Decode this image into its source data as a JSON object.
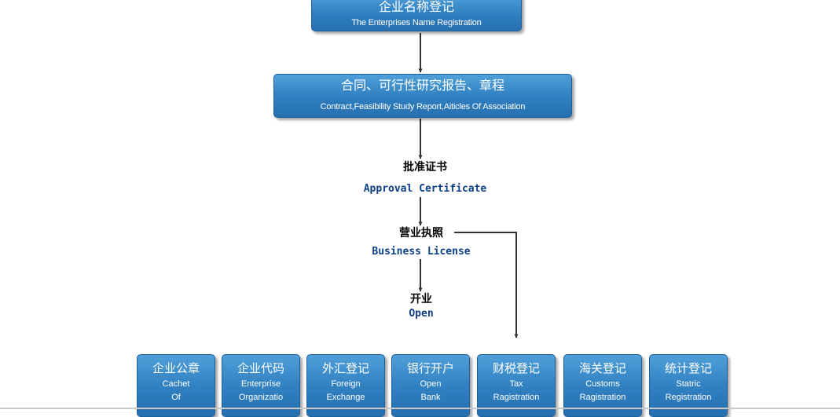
{
  "flow": {
    "name_registration": {
      "zh": "企业名称登记",
      "en": "The Enterprises Name Registration"
    },
    "contract": {
      "zh": "合同、可行性研究报告、章程",
      "en": "Contract,Feasibility Study Report,Aiticles Of Association"
    },
    "approval": {
      "zh": "批准证书",
      "en": "Approval Certificate"
    },
    "license": {
      "zh": "营业执照",
      "en": "Business License"
    },
    "open": {
      "zh": "开业",
      "en": "Open"
    }
  },
  "departments": [
    {
      "zh": "企业公章",
      "en": "Cachet\nOf"
    },
    {
      "zh": "企业代码",
      "en": "Enterprise\nOrganizatio"
    },
    {
      "zh": "外汇登记",
      "en": "Foreign\nExchange"
    },
    {
      "zh": "银行开户",
      "en": "Open\nBank"
    },
    {
      "zh": "财税登记",
      "en": "Tax\nRagistration"
    },
    {
      "zh": "海关登记",
      "en": "Customs\nRagistration"
    },
    {
      "zh": "统计登记",
      "en": "Statric\nRegistration"
    }
  ],
  "colors": {
    "box_fill": "#2f7fc1",
    "box_border": "#1f5f98",
    "english_step_text": "#0f3f86",
    "arrow": "#333333"
  }
}
